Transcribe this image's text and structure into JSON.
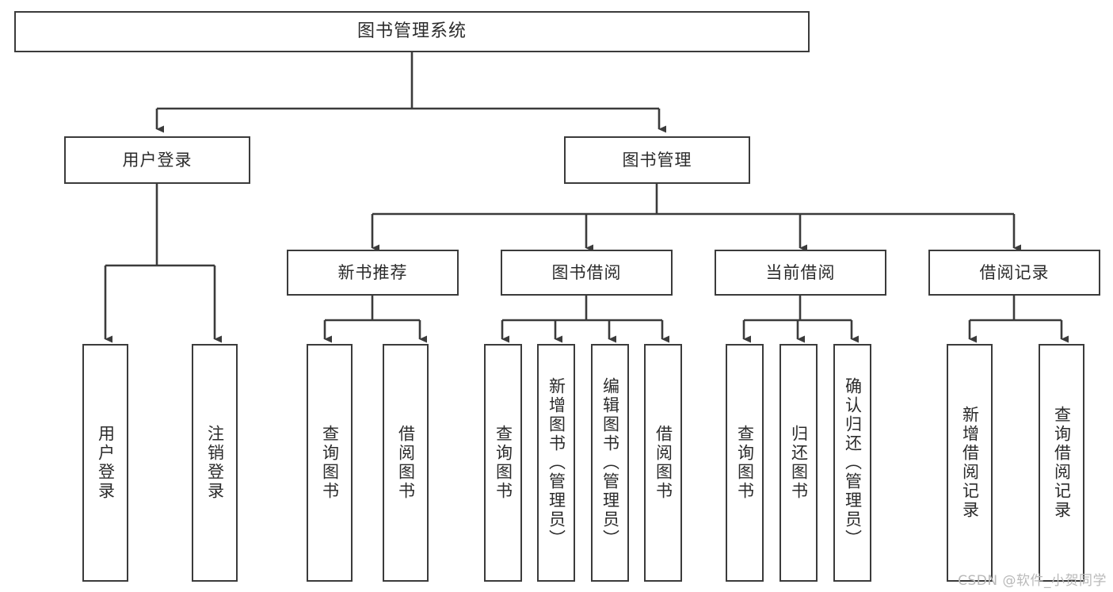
{
  "diagram": {
    "title": "图书管理系统",
    "type": "tree-hierarchy",
    "watermark": "CSDN @软件_小贺同学",
    "colors": {
      "background": "#ffffff",
      "box_border": "#3b3b3b",
      "box_fill": "#ffffff",
      "text": "#2b2b2b",
      "connector": "#3b3b3b",
      "watermark": "#b9b9b9"
    },
    "nodes": {
      "root": {
        "label": "图书管理系统",
        "orientation": "horizontal"
      },
      "level2": [
        {
          "label": "用户登录",
          "orientation": "horizontal"
        },
        {
          "label": "图书管理",
          "orientation": "horizontal"
        }
      ],
      "level3": [
        {
          "label": "新书推荐",
          "orientation": "horizontal"
        },
        {
          "label": "图书借阅",
          "orientation": "horizontal"
        },
        {
          "label": "当前借阅",
          "orientation": "horizontal"
        },
        {
          "label": "借阅记录",
          "orientation": "horizontal"
        }
      ],
      "leaves_user_login": [
        {
          "label": "用户登录",
          "orientation": "vertical"
        },
        {
          "label": "注销登录",
          "orientation": "vertical"
        }
      ],
      "leaves_new_book": [
        {
          "label": "查询图书",
          "orientation": "vertical"
        },
        {
          "label": "借阅图书",
          "orientation": "vertical"
        }
      ],
      "leaves_borrow": [
        {
          "label": "查询图书",
          "orientation": "vertical"
        },
        {
          "label": "新增图书（管理员）",
          "orientation": "vertical"
        },
        {
          "label": "编辑图书（管理员）",
          "orientation": "vertical"
        },
        {
          "label": "借阅图书",
          "orientation": "vertical"
        }
      ],
      "leaves_current": [
        {
          "label": "查询图书",
          "orientation": "vertical"
        },
        {
          "label": "归还图书",
          "orientation": "vertical"
        },
        {
          "label": "确认归还（管理员）",
          "orientation": "vertical"
        }
      ],
      "leaves_record": [
        {
          "label": "新增借阅记录",
          "orientation": "vertical"
        },
        {
          "label": "查询借阅记录",
          "orientation": "vertical"
        }
      ]
    }
  }
}
